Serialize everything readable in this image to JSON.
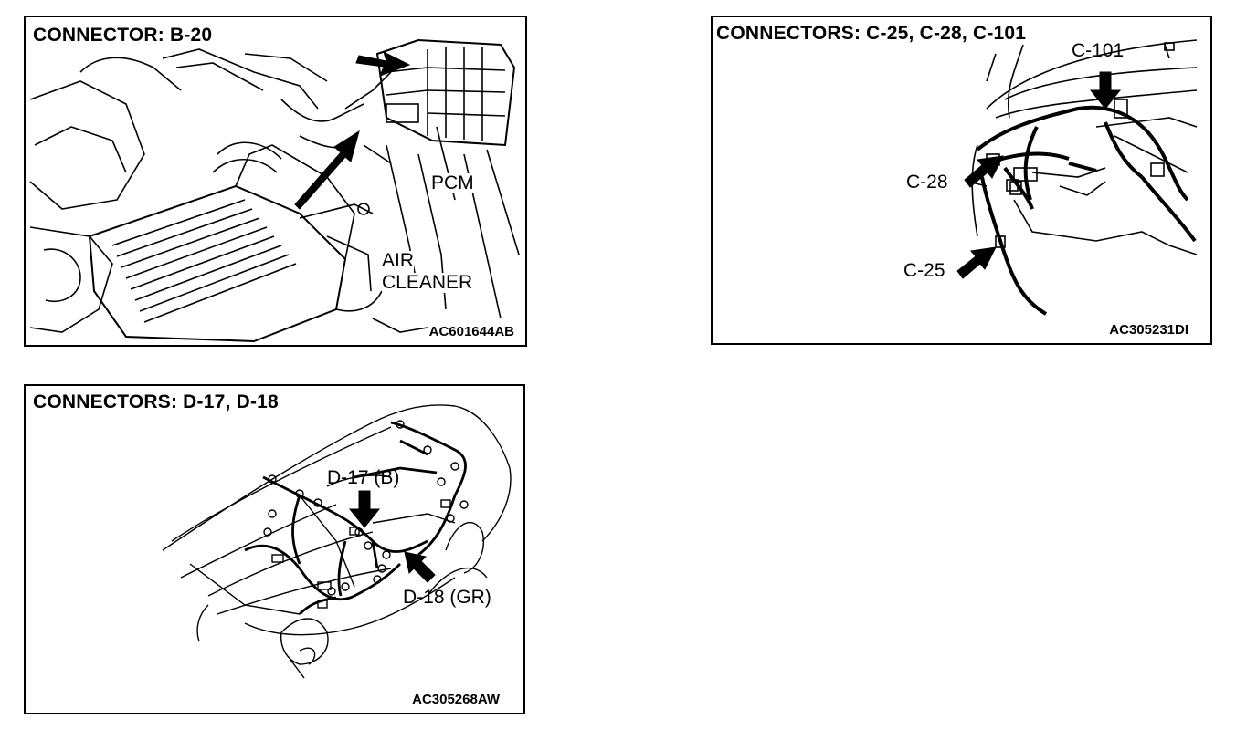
{
  "panels": {
    "b20": {
      "title": "CONNECTOR: B-20",
      "code": "AC601644AB",
      "labels": {
        "pcm": "PCM",
        "air": "AIR",
        "cleaner": "CLEANER"
      }
    },
    "c": {
      "title": "CONNECTORS: C-25, C-28, C-101",
      "code": "AC305231DI",
      "labels": {
        "c101": "C-101",
        "c28": "C-28",
        "c25": "C-25"
      }
    },
    "d": {
      "title": "CONNECTORS: D-17, D-18",
      "code": "AC305268AW",
      "labels": {
        "d17": "D-17 (B)",
        "d18": "D-18 (GR)"
      }
    }
  },
  "colors": {
    "line": "#000000",
    "background": "#ffffff"
  }
}
